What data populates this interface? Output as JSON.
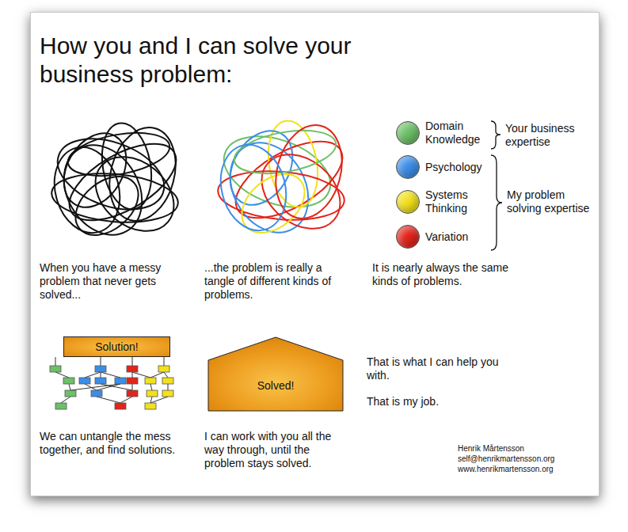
{
  "diagram": {
    "title": "How you and I can solve your business problem:",
    "nodes": [
      {
        "text": [
          "Solution!"
        ]
      },
      {
        "text": [
          "Solved!"
        ]
      }
    ],
    "labels": [
      "When you have a messy problem that never gets solved...",
      "...the problem is really a tangle of different kinds of problems.",
      "It is nearly always the same kinds of problems.",
      "We can untangle the mess together, and find solutions.",
      "I can work with you all the way through, until the problem stays solved.",
      "That is what I can help you with.",
      "That is my job.",
      "Henrik Mårtensson",
      "self@henrikmartensson.org",
      "www.henrikmartensson.org",
      "Your business expertise",
      "My problem solving expertise"
    ],
    "legend": [
      {
        "text": "Domain Knowledge",
        "color": "#6cc066"
      },
      {
        "text": "Psychology",
        "color": "#3b8ee8"
      },
      {
        "text": "Systems Thinking",
        "color": "#f2e11c"
      },
      {
        "text": "Variation",
        "color": "#e3241a"
      }
    ]
  }
}
